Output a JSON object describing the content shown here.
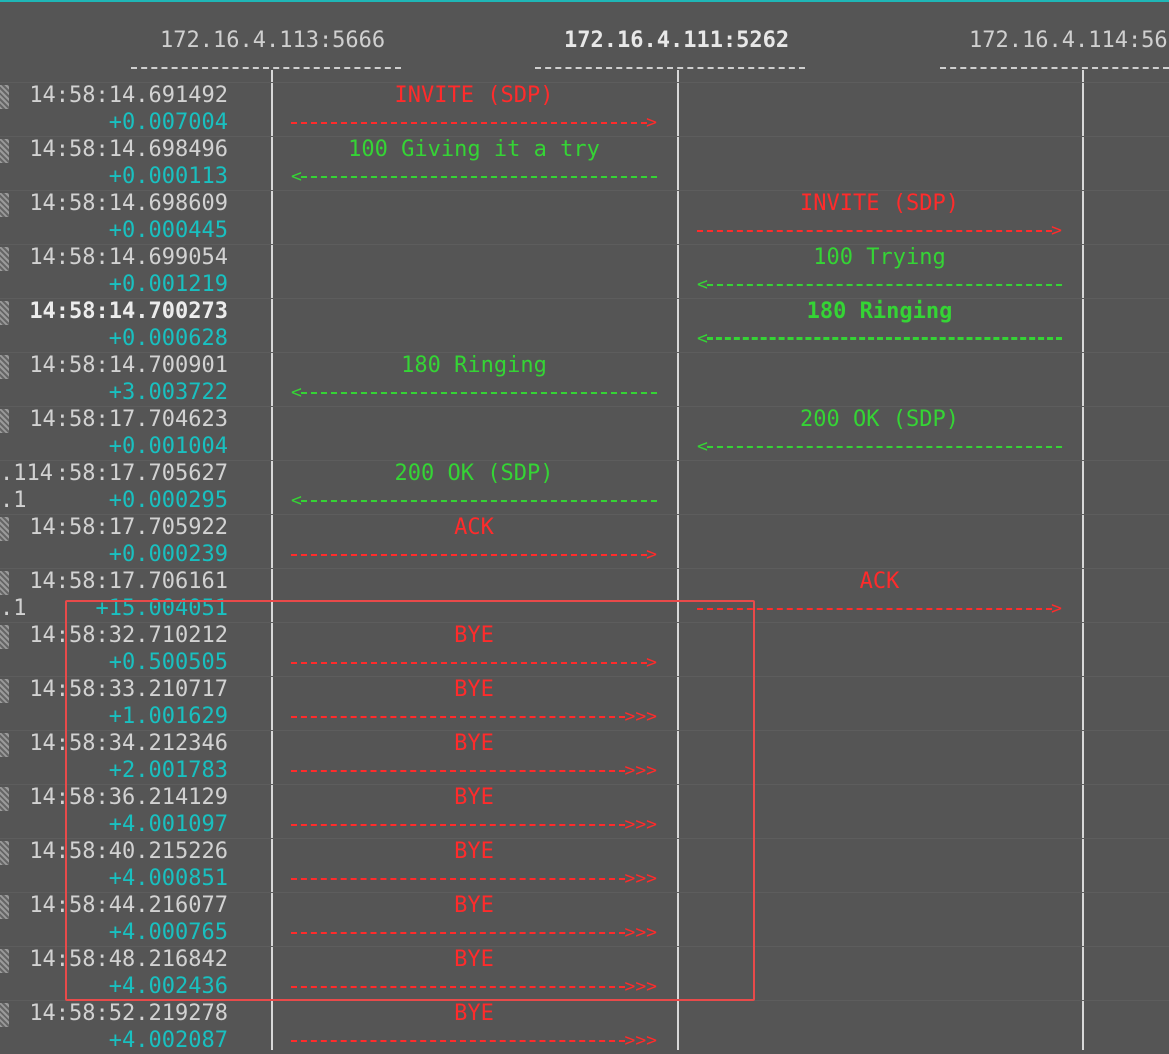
{
  "participants": [
    {
      "label": "172.16.4.113:5666",
      "bold": false
    },
    {
      "label": "172.16.4.111:5262",
      "bold": true
    },
    {
      "label": "172.16.4.114:56",
      "bold": false
    }
  ],
  "fragments": {
    "f1": ".114",
    "f2": ".1",
    "f3": ".1"
  },
  "rows": [
    {
      "time": "14:58:14.691492",
      "delta": "+0.007004",
      "msg": "INVITE (SDP)",
      "from": 0,
      "to": 1,
      "color": "red",
      "retrans": false,
      "bold": false
    },
    {
      "time": "14:58:14.698496",
      "delta": "+0.000113",
      "msg": "100 Giving it a try",
      "from": 1,
      "to": 0,
      "color": "green",
      "retrans": false,
      "bold": false
    },
    {
      "time": "14:58:14.698609",
      "delta": "+0.000445",
      "msg": "INVITE (SDP)",
      "from": 1,
      "to": 2,
      "color": "red",
      "retrans": false,
      "bold": false
    },
    {
      "time": "14:58:14.699054",
      "delta": "+0.001219",
      "msg": "100 Trying",
      "from": 2,
      "to": 1,
      "color": "green",
      "retrans": false,
      "bold": false
    },
    {
      "time": "14:58:14.700273",
      "delta": "+0.000628",
      "msg": "180 Ringing",
      "from": 2,
      "to": 1,
      "color": "green",
      "retrans": false,
      "bold": true
    },
    {
      "time": "14:58:14.700901",
      "delta": "+3.003722",
      "msg": "180 Ringing",
      "from": 1,
      "to": 0,
      "color": "green",
      "retrans": false,
      "bold": false
    },
    {
      "time": "14:58:17.704623",
      "delta": "+0.001004",
      "msg": "200 OK (SDP)",
      "from": 2,
      "to": 1,
      "color": "green",
      "retrans": false,
      "bold": false
    },
    {
      "time": "14:58:17.705627",
      "delta": "+0.000295",
      "msg": "200 OK (SDP)",
      "from": 1,
      "to": 0,
      "color": "green",
      "retrans": false,
      "bold": false
    },
    {
      "time": "14:58:17.705922",
      "delta": "+0.000239",
      "msg": "ACK",
      "from": 0,
      "to": 1,
      "color": "red",
      "retrans": false,
      "bold": false
    },
    {
      "time": "14:58:17.706161",
      "delta": "+15.004051",
      "msg": "ACK",
      "from": 1,
      "to": 2,
      "color": "red",
      "retrans": false,
      "bold": false
    },
    {
      "time": "14:58:32.710212",
      "delta": "+0.500505",
      "msg": "BYE",
      "from": 0,
      "to": 1,
      "color": "red",
      "retrans": false,
      "bold": false
    },
    {
      "time": "14:58:33.210717",
      "delta": "+1.001629",
      "msg": "BYE",
      "from": 0,
      "to": 1,
      "color": "red",
      "retrans": true,
      "bold": false
    },
    {
      "time": "14:58:34.212346",
      "delta": "+2.001783",
      "msg": "BYE",
      "from": 0,
      "to": 1,
      "color": "red",
      "retrans": true,
      "bold": false
    },
    {
      "time": "14:58:36.214129",
      "delta": "+4.001097",
      "msg": "BYE",
      "from": 0,
      "to": 1,
      "color": "red",
      "retrans": true,
      "bold": false
    },
    {
      "time": "14:58:40.215226",
      "delta": "+4.000851",
      "msg": "BYE",
      "from": 0,
      "to": 1,
      "color": "red",
      "retrans": true,
      "bold": false
    },
    {
      "time": "14:58:44.216077",
      "delta": "+4.000765",
      "msg": "BYE",
      "from": 0,
      "to": 1,
      "color": "red",
      "retrans": true,
      "bold": false
    },
    {
      "time": "14:58:48.216842",
      "delta": "+4.002436",
      "msg": "BYE",
      "from": 0,
      "to": 1,
      "color": "red",
      "retrans": true,
      "bold": false
    },
    {
      "time": "14:58:52.219278",
      "delta": "+4.002087",
      "msg": "BYE",
      "from": 0,
      "to": 1,
      "color": "red",
      "retrans": true,
      "bold": false
    }
  ]
}
